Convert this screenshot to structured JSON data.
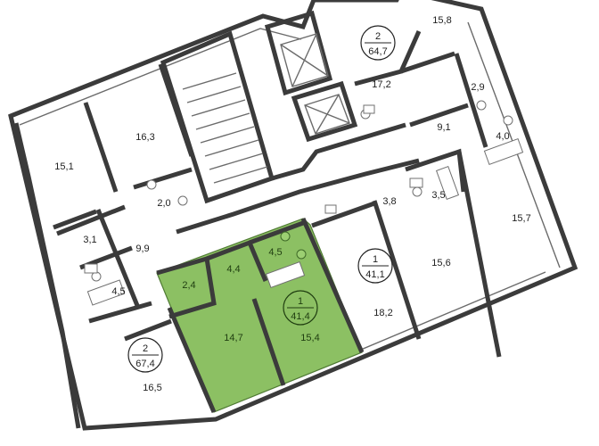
{
  "apartments": [
    {
      "rooms": "2",
      "area": "64,7"
    },
    {
      "rooms": "1",
      "area": "41,1"
    },
    {
      "rooms": "1",
      "area": "41,4",
      "selected": true
    },
    {
      "rooms": "2",
      "area": "67,4"
    }
  ],
  "rooms": [
    "15,8",
    "17,2",
    "2,9",
    "9,1",
    "4,0",
    "16,3",
    "15,1",
    "2,0",
    "3,8",
    "3,5",
    "15,7",
    "3,1",
    "9,9",
    "4,4",
    "4,5",
    "2,4",
    "15,6",
    "18,2",
    "4,5",
    "14,7",
    "15,4",
    "16,5"
  ],
  "colors": {
    "selected_fill": "#8cc063",
    "walls": "#3b3b3b",
    "background": "#ffffff"
  }
}
